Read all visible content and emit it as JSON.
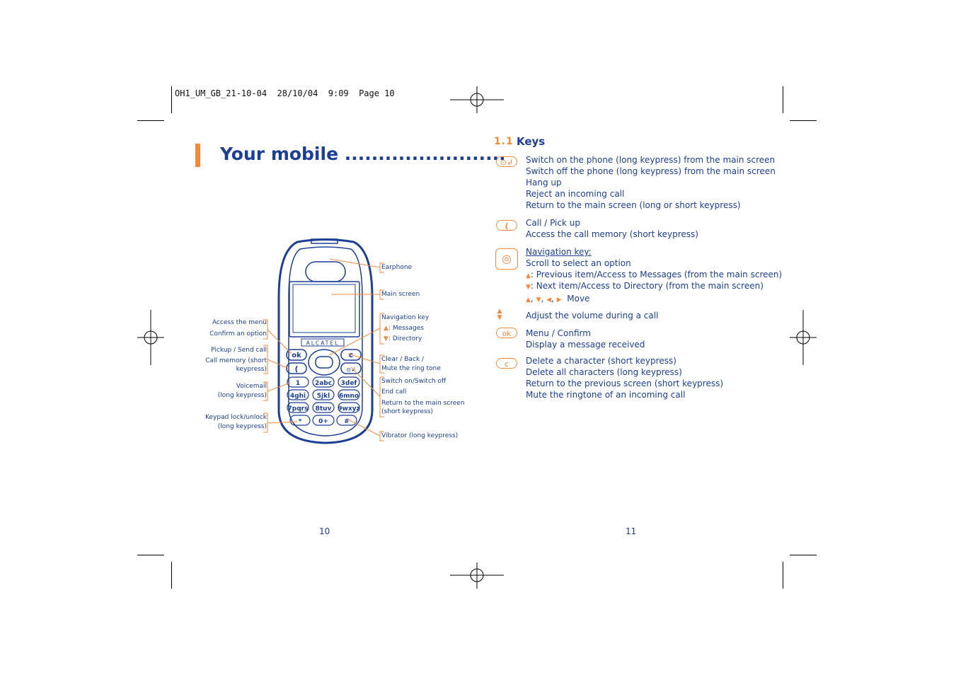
{
  "slug": "OH1_UM_GB_21-10-04  28/10/04  9:09  Page 10",
  "left_page": {
    "title": "Your mobile ........................",
    "callouts_left": {
      "access_menu": "Access the menu",
      "confirm_option": "Confirm an option",
      "pickup": "Pickup / Send call",
      "call_memory_1": "Call memory (short",
      "call_memory_2": "keypress)",
      "voicemail_1": "Voicemail",
      "voicemail_2": "(long keypress)",
      "keypad_lock_1": "Keypad lock/unlock",
      "keypad_lock_2": "(long keypress)"
    },
    "callouts_right": {
      "earphone": "Earphone",
      "main_screen": "Main screen",
      "navigation_key": "Navigation key",
      "messages": ": Messages",
      "directory": ": Directory",
      "clear_back": "Clear / Back /",
      "mute_ring": "Mute the ring tone",
      "switch_on_off": "Switch on/Switch off",
      "end_call": "End call",
      "return_main_1": "Return to the main screen",
      "return_main_2": "(short keypress)",
      "vibrator": "Vibrator (long keypress)"
    },
    "phone": {
      "brand": "ALCATEL",
      "keys": [
        "1",
        "2abc",
        "3def",
        "4ghi",
        "5jkl",
        "6mno",
        "7pqrs",
        "8tuv",
        "9wxyz",
        "*",
        "0+",
        "#"
      ]
    },
    "page_number": "10"
  },
  "right_page": {
    "section_number": "1.1",
    "section_title": "Keys",
    "groups": [
      {
        "icon": "power-end-key-icon",
        "icon_glyph": "⊙↲",
        "lines": [
          "Switch on the phone (long keypress) from the main screen",
          "Switch off the phone (long keypress) from the main screen",
          "Hang up",
          "Reject an incoming call",
          "Return to the main screen (long or short keypress)"
        ]
      },
      {
        "icon": "call-key-icon",
        "icon_glyph": "(",
        "lines": [
          "Call / Pick up",
          "Access the call memory (short keypress)"
        ]
      },
      {
        "icon": "navigation-key-icon",
        "icon_glyph": "◎",
        "lines": [
          "Navigation key:",
          "Scroll to select an option",
          ": Previous item/Access to Messages (from the main screen)",
          ": Next item/Access to Directory (from the main screen)",
          "Move"
        ]
      },
      {
        "icon": "volume-keys-icon",
        "icon_glyph": "▲▼",
        "lines": [
          "Adjust the volume during a call"
        ]
      },
      {
        "icon": "ok-key-icon",
        "icon_glyph": "ok",
        "lines": [
          "Menu / Confirm",
          "Display a message received"
        ]
      },
      {
        "icon": "clear-key-icon",
        "icon_glyph": "c",
        "lines": [
          "Delete a character (short keypress)",
          "Delete all characters (long keypress)",
          "Return to the previous screen (short keypress)",
          "Mute the ringtone of an incoming call"
        ]
      }
    ],
    "page_number": "11"
  },
  "colors": {
    "text_blue": "#1c3f94",
    "accent_orange": "#f08a3c"
  }
}
